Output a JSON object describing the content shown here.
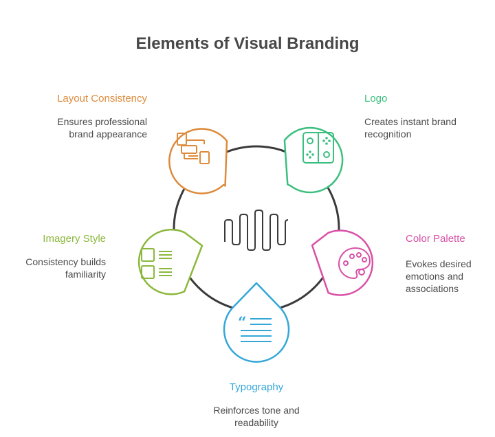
{
  "title": "Elements of Visual Branding",
  "elements": [
    {
      "label": "Layout Consistency",
      "description": "Ensures professional\nbrand appearance",
      "color": "#dd8a3a",
      "icon": "layout-icon"
    },
    {
      "label": "Logo",
      "description": "Creates instant brand\nrecognition",
      "color": "#3bbf7f",
      "icon": "game-controller-icon"
    },
    {
      "label": "Imagery Style",
      "description": "Consistency builds\nfamiliarity",
      "color": "#8bb83c",
      "icon": "image-list-icon"
    },
    {
      "label": "Color Palette",
      "description": "Evokes desired\nemotions and\nassociations",
      "color": "#d94fa6",
      "icon": "palette-icon"
    },
    {
      "label": "Typography",
      "description": "Reinforces tone and\nreadability",
      "color": "#33a7d8",
      "icon": "quote-text-icon"
    }
  ],
  "center_icon": "waveform-icon",
  "ring_color": "#3a3a3a"
}
